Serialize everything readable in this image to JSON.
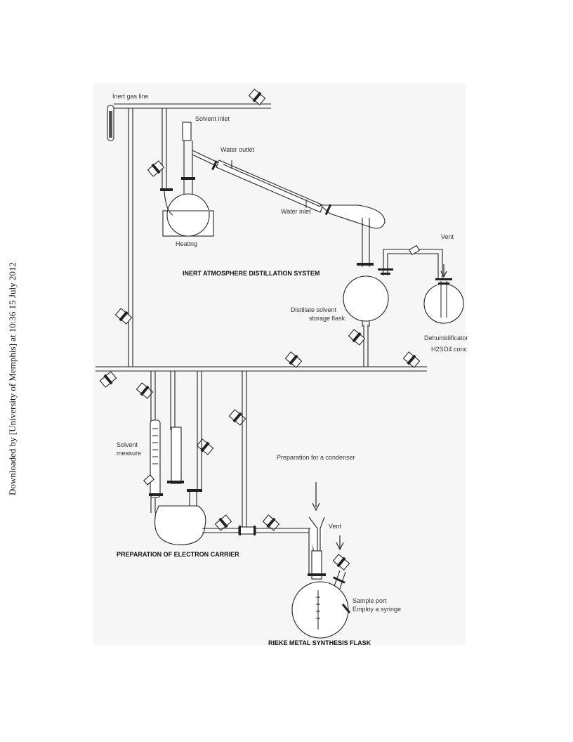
{
  "watermark": "Downloaded by [University of Memphis] at 10:36 15 July 2012",
  "labels": {
    "inert_gas_line": "Inert gas line",
    "solvent_inlet": "Solvent inlet",
    "water_outlet": "Water outlet",
    "water_inlet": "Water inlet",
    "heating": "Heating",
    "vent_top": "Vent",
    "distillate_1": "Distillate solvent",
    "distillate_2": "storage flask",
    "dehumidificator": "Dehumidificator",
    "h2so4": "H2SO4 conc",
    "solvent_measure_1": "Solvent",
    "solvent_measure_2": "measure",
    "prep_condenser": "Preparation for a condenser",
    "vent_bottom": "Vent",
    "sample_port_1": "Sample port",
    "sample_port_2": "Employ a syringe"
  },
  "sections": {
    "distillation": "INERT ATMOSPHERE DISTILLATION SYSTEM",
    "electron_carrier": "PREPARATION OF ELECTRON CARRIER",
    "rieke": "RIEKE METAL SYNTHESIS FLASK"
  },
  "colors": {
    "line": "#222222",
    "panel": "#f6f6f6",
    "text": "#333333"
  }
}
